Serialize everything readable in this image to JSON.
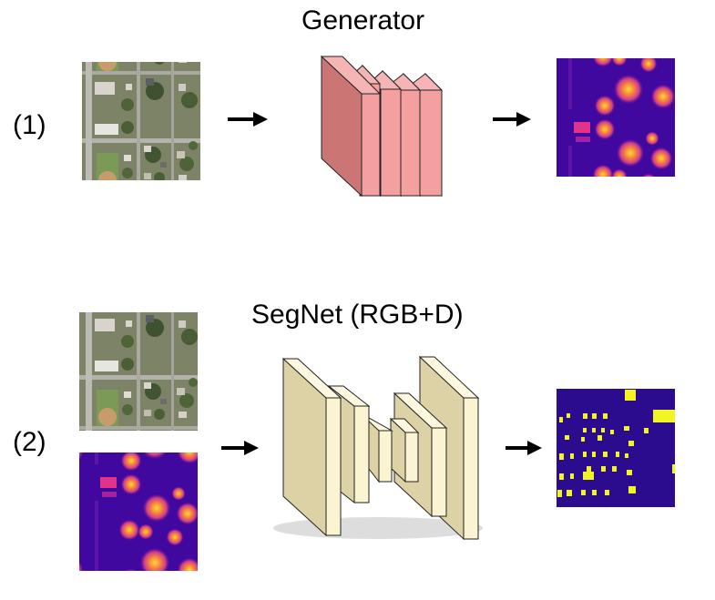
{
  "rows": [
    {
      "number": "(1)",
      "network_label": "Generator",
      "input_images": [
        "aerial-rgb-image"
      ],
      "output_image": "depth-heatmap-image"
    },
    {
      "number": "(2)",
      "network_label": "SegNet (RGB+D)",
      "input_images": [
        "aerial-rgb-image",
        "depth-heatmap-image"
      ],
      "output_image": "building-segmentation-image"
    }
  ],
  "colors": {
    "generator_face": "#f4a0a0",
    "generator_side": "#d07272",
    "segnet_face": "#fbf4d2",
    "segnet_side": "#ddd2a6",
    "heatmap_background": "#3d06a0",
    "heatmap_hot": "#f9c93b",
    "segmentation_background": "#2b0c8f",
    "segmentation_building": "#f2f523"
  }
}
